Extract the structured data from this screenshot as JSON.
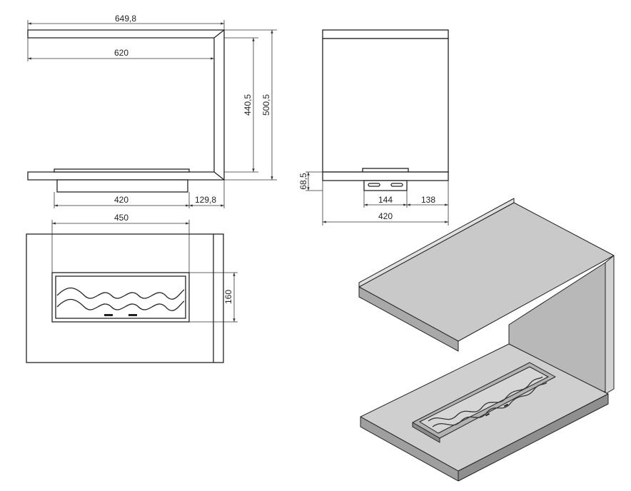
{
  "colors": {
    "line": "#222222",
    "shelf_top": "#c9c9c9",
    "shelf_front": "#a9a9a9",
    "wall": "#b8b8b8",
    "base_top": "#cfcfcf",
    "base_front": "#9f9f9f",
    "burner": "#b2b2b2"
  },
  "front_view": {
    "dim_overall_width": "649,8",
    "dim_inner_width": "620",
    "dim_inner_height": "440,5",
    "dim_overall_height": "500,5",
    "dim_burner_width": "420",
    "dim_side_offset": "129,8"
  },
  "side_view": {
    "dim_bracket_height": "68,5",
    "dim_bracket_width": "144",
    "dim_right_offset": "138",
    "dim_depth": "420"
  },
  "top_view": {
    "dim_outer_width": "450",
    "dim_burner_depth": "160"
  },
  "iso_view": {
    "icon": "fireplace-isometric-render"
  }
}
